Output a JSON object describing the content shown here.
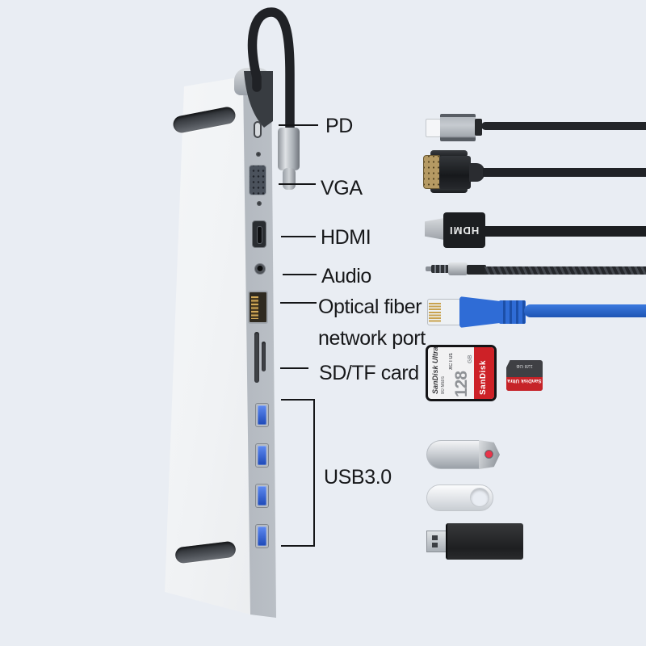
{
  "labels": {
    "pd": "PD",
    "vga": "VGA",
    "hdmi": "HDMI",
    "audio": "Audio",
    "ethernet_line1": "Optical fiber",
    "ethernet_line2": "network port",
    "sdtf": "SD/TF card",
    "usb3": "USB3.0"
  },
  "accessories": {
    "hdmi_plug_text": "HDMI",
    "sd_card": {
      "brand_model": "SanDisk Ultra",
      "speed": "80 MB/s",
      "badges": "XC I U1",
      "capacity": "128",
      "capacity_unit": "GB",
      "band_brand": "SanDisk"
    },
    "microsd_card": {
      "top_text": "128 GB",
      "band_brand": "SanDisk Ultra"
    }
  },
  "colors": {
    "background": "#e9edf3",
    "label_text": "#17181a",
    "usb3_port_blue": "#2b5bd7",
    "ethernet_blue": "#2f6cd6",
    "sandisk_red": "#cd2127",
    "hub_front": "#eef0f3",
    "hub_side": "#9aa0a8"
  }
}
